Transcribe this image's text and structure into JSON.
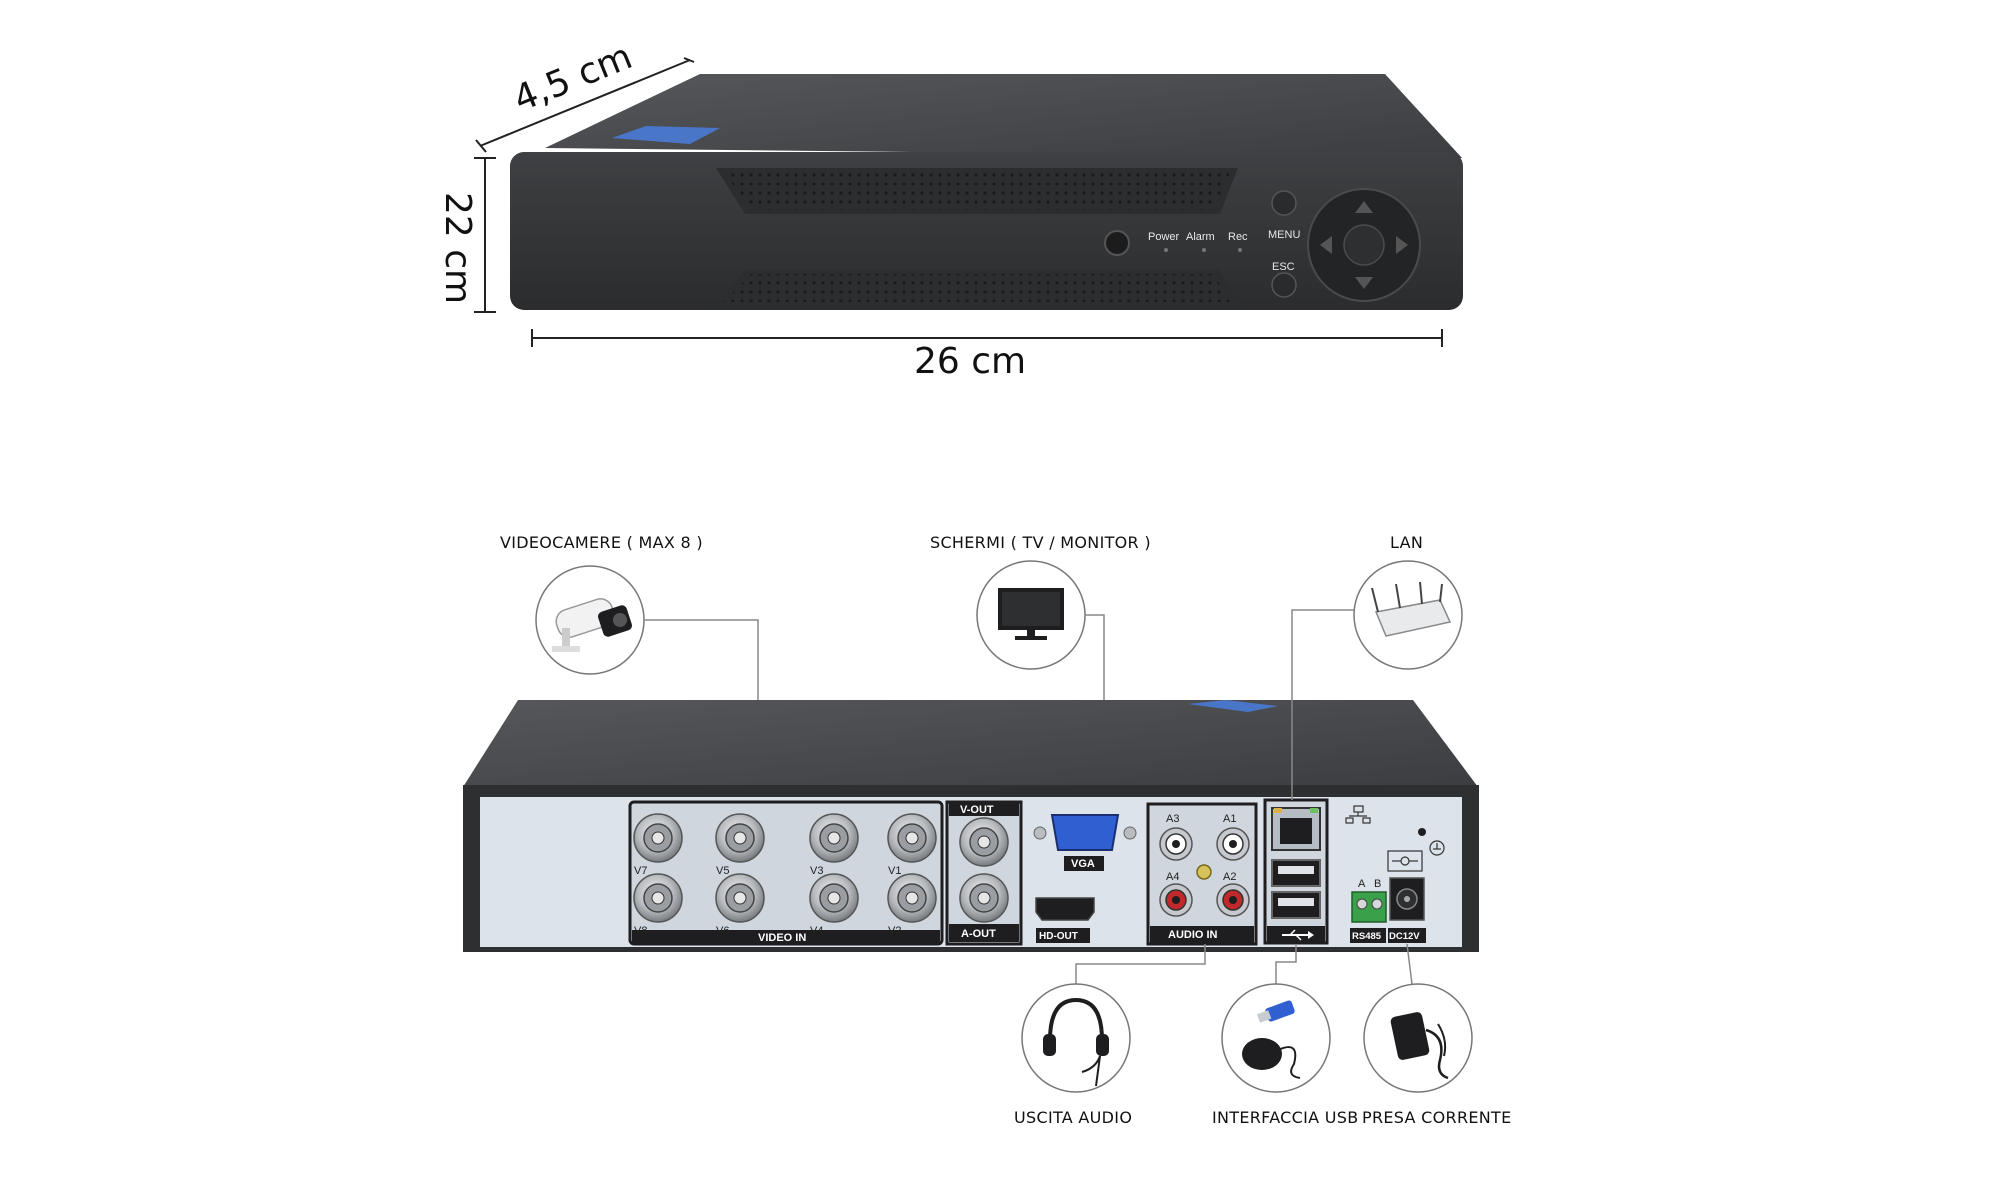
{
  "dimensions": {
    "depth": "4,5 cm",
    "height": "22 cm",
    "width": "26 cm"
  },
  "front_panel": {
    "indicators": [
      "Power",
      "Alarm",
      "Rec"
    ],
    "menu_label": "MENU",
    "esc_label": "ESC"
  },
  "rear_panel": {
    "video_inputs": [
      "V7",
      "V5",
      "V3",
      "V1",
      "V8",
      "V6",
      "V4",
      "V2"
    ],
    "video_in_label": "VIDEO IN",
    "vout_label": "V-OUT",
    "aout_label": "A-OUT",
    "vga_label": "VGA",
    "hdout_label": "HD-OUT",
    "audio_inputs": [
      "A3",
      "A1",
      "A4",
      "A2"
    ],
    "audio_in_label": "AUDIO IN",
    "rs485_label": "RS485",
    "rs485_pins": [
      "A",
      "B"
    ],
    "dc_label": "DC12V"
  },
  "callouts": {
    "cameras": "VIDEOCAMERE ( MAX 8 )",
    "screens": "SCHERMI ( TV / MONITOR )",
    "lan": "LAN",
    "audio_out": "USCITA AUDIO",
    "usb": "INTERFACCIA USB",
    "power": "PRESA CORRENTE"
  },
  "colors": {
    "device_body": "#3a3b3d",
    "rear_panel": "#dde3ea",
    "port_strip": "#1e1e20",
    "vga_blue": "#2f5fd0"
  }
}
